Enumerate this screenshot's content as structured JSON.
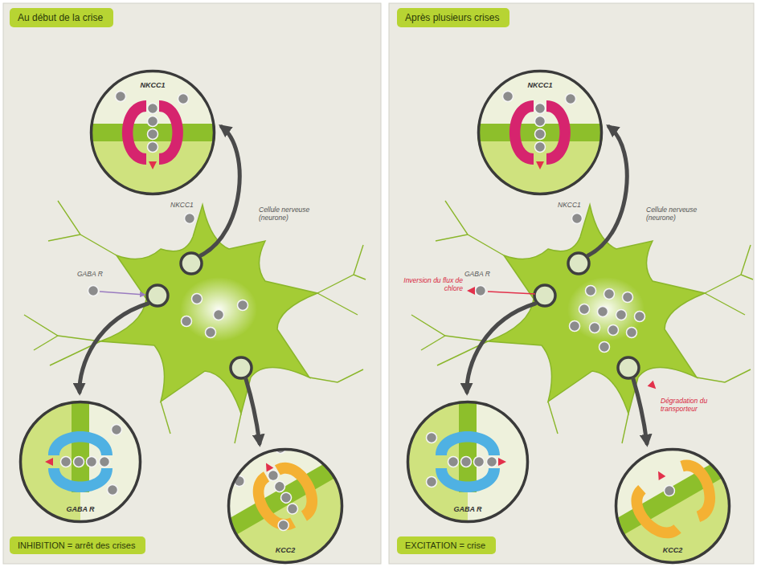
{
  "diagram": {
    "nodes": [
      {
        "text": [
          "Au début de la crise"
        ]
      },
      {
        "text": [
          "NKCC1"
        ]
      },
      {
        "text": [
          "GABA R"
        ]
      },
      {
        "text": [
          "KCC2"
        ]
      },
      {
        "text": [
          "INHIBITION = arrêt des crises"
        ]
      },
      {
        "text": [
          "Après plusieurs crises"
        ]
      },
      {
        "text": [
          "NKCC1"
        ]
      },
      {
        "text": [
          "GABA R"
        ]
      },
      {
        "text": [
          "KCC2"
        ]
      },
      {
        "text": [
          "EXCITATION = crise"
        ]
      }
    ],
    "labels": [
      "NKCC1",
      "Cellule nerveuse (neurone)",
      "GABA R",
      "NKCC1",
      "Cellule nerveuse (neurone)",
      "Inversion du flux de chlore",
      "GABA R",
      "Dégradation du transporteur"
    ]
  }
}
